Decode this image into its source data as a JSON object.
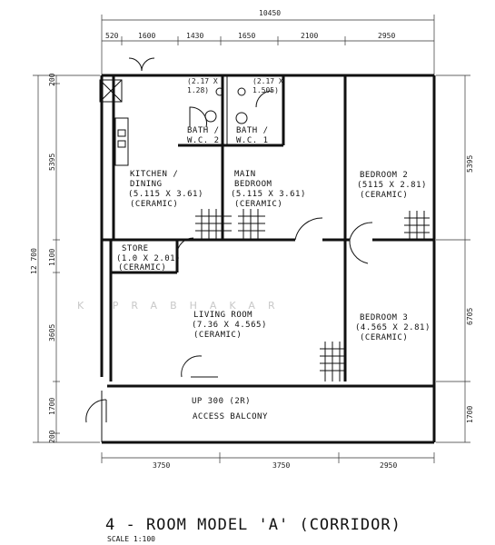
{
  "rooms": {
    "kitchen": {
      "name_line1": "KITCHEN /",
      "name_line2": "DINING",
      "size": "(5.115 X 3.61)",
      "finish": "(CERAMIC)"
    },
    "main_bedroom": {
      "name_line1": "MAIN",
      "name_line2": "BEDROOM",
      "size": "(5.115 X 3.61)",
      "finish": "(CERAMIC)"
    },
    "bedroom2": {
      "name": "BEDROOM 2",
      "size": "(5115 X 2.81)",
      "finish": "(CERAMIC)"
    },
    "bedroom3": {
      "name": "BEDROOM 3",
      "size": "(4.565 X 2.81)",
      "finish": "(CERAMIC)"
    },
    "living": {
      "name": "LIVING ROOM",
      "size": "(7.36 X 4.565)",
      "finish": "(CERAMIC)"
    },
    "store": {
      "name": "STORE",
      "size": "(1.0 X 2.01)",
      "finish": "(CERAMIC)"
    },
    "bath1": {
      "size": "(2.17 X",
      "size2": "1.28)",
      "name_line1": "BATH /",
      "name_line2": "W.C. 2"
    },
    "bath2": {
      "size": "(2.17 X",
      "size2": "1.505)",
      "name_line1": "BATH /",
      "name_line2": "W.C. 1"
    },
    "balcony": {
      "name": "ACCESS BALCONY"
    },
    "step": {
      "label": "UP 300 (2R)"
    }
  },
  "dimensions": {
    "overall_width": "10450",
    "top": [
      "520",
      "1600",
      "1430",
      "1650",
      "2100",
      "2950"
    ],
    "bottom": [
      "3750",
      "3750",
      "2950"
    ],
    "left": [
      "200",
      "5395",
      "1100",
      "12 700",
      "3605",
      "1700",
      "200"
    ],
    "right": [
      "5395",
      "6705",
      "1700"
    ]
  },
  "watermark": "K PRABHAKAR",
  "title": "4 - ROOM  MODEL 'A' (CORRIDOR)",
  "scale": "SCALE  1:100"
}
